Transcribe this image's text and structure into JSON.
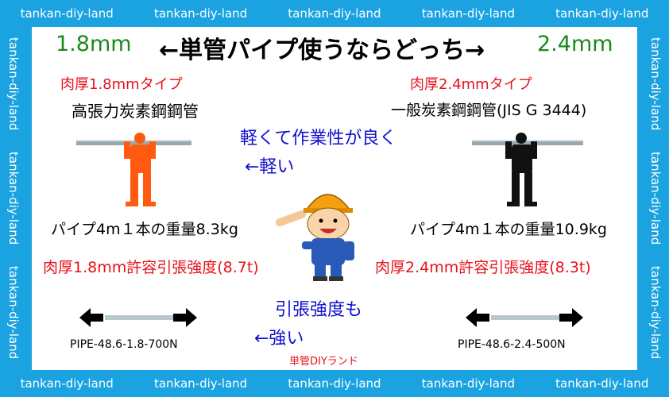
{
  "watermark": "tankan-diy-land",
  "header": {
    "left_size": "1.8mm",
    "right_size": "2.4mm",
    "title": "←単管パイプ使うならどっち→"
  },
  "left": {
    "type_label": "肉厚1.8mmタイプ",
    "material": "高張力炭素鋼鋼管",
    "weight": "パイプ4m１本の重量8.3kg",
    "strength": "肉厚1.8mm許容引張強度(8.7t)",
    "pipe_code": "PIPE-48.6-1.8-700N",
    "figure_color": "#ff5a10"
  },
  "right": {
    "type_label": "肉厚2.4mmタイプ",
    "material": "一般炭素鋼鋼管(JIS G 3444)",
    "weight": "パイプ4m１本の重量10.9kg",
    "strength": "肉厚2.4mm許容引張強度(8.3t)",
    "pipe_code": "PIPE-48.6-2.4-500N",
    "figure_color": "#111111"
  },
  "center": {
    "line1": "軽くて作業性が良く",
    "line2": "←軽い",
    "line3": "引張強度も",
    "line4": "←強い",
    "brand": "単管DIYランド"
  },
  "colors": {
    "frame": "#1aa3e0",
    "accent_red": "#e8101a",
    "accent_blue": "#1010d0",
    "accent_green": "#1a8a1a"
  }
}
